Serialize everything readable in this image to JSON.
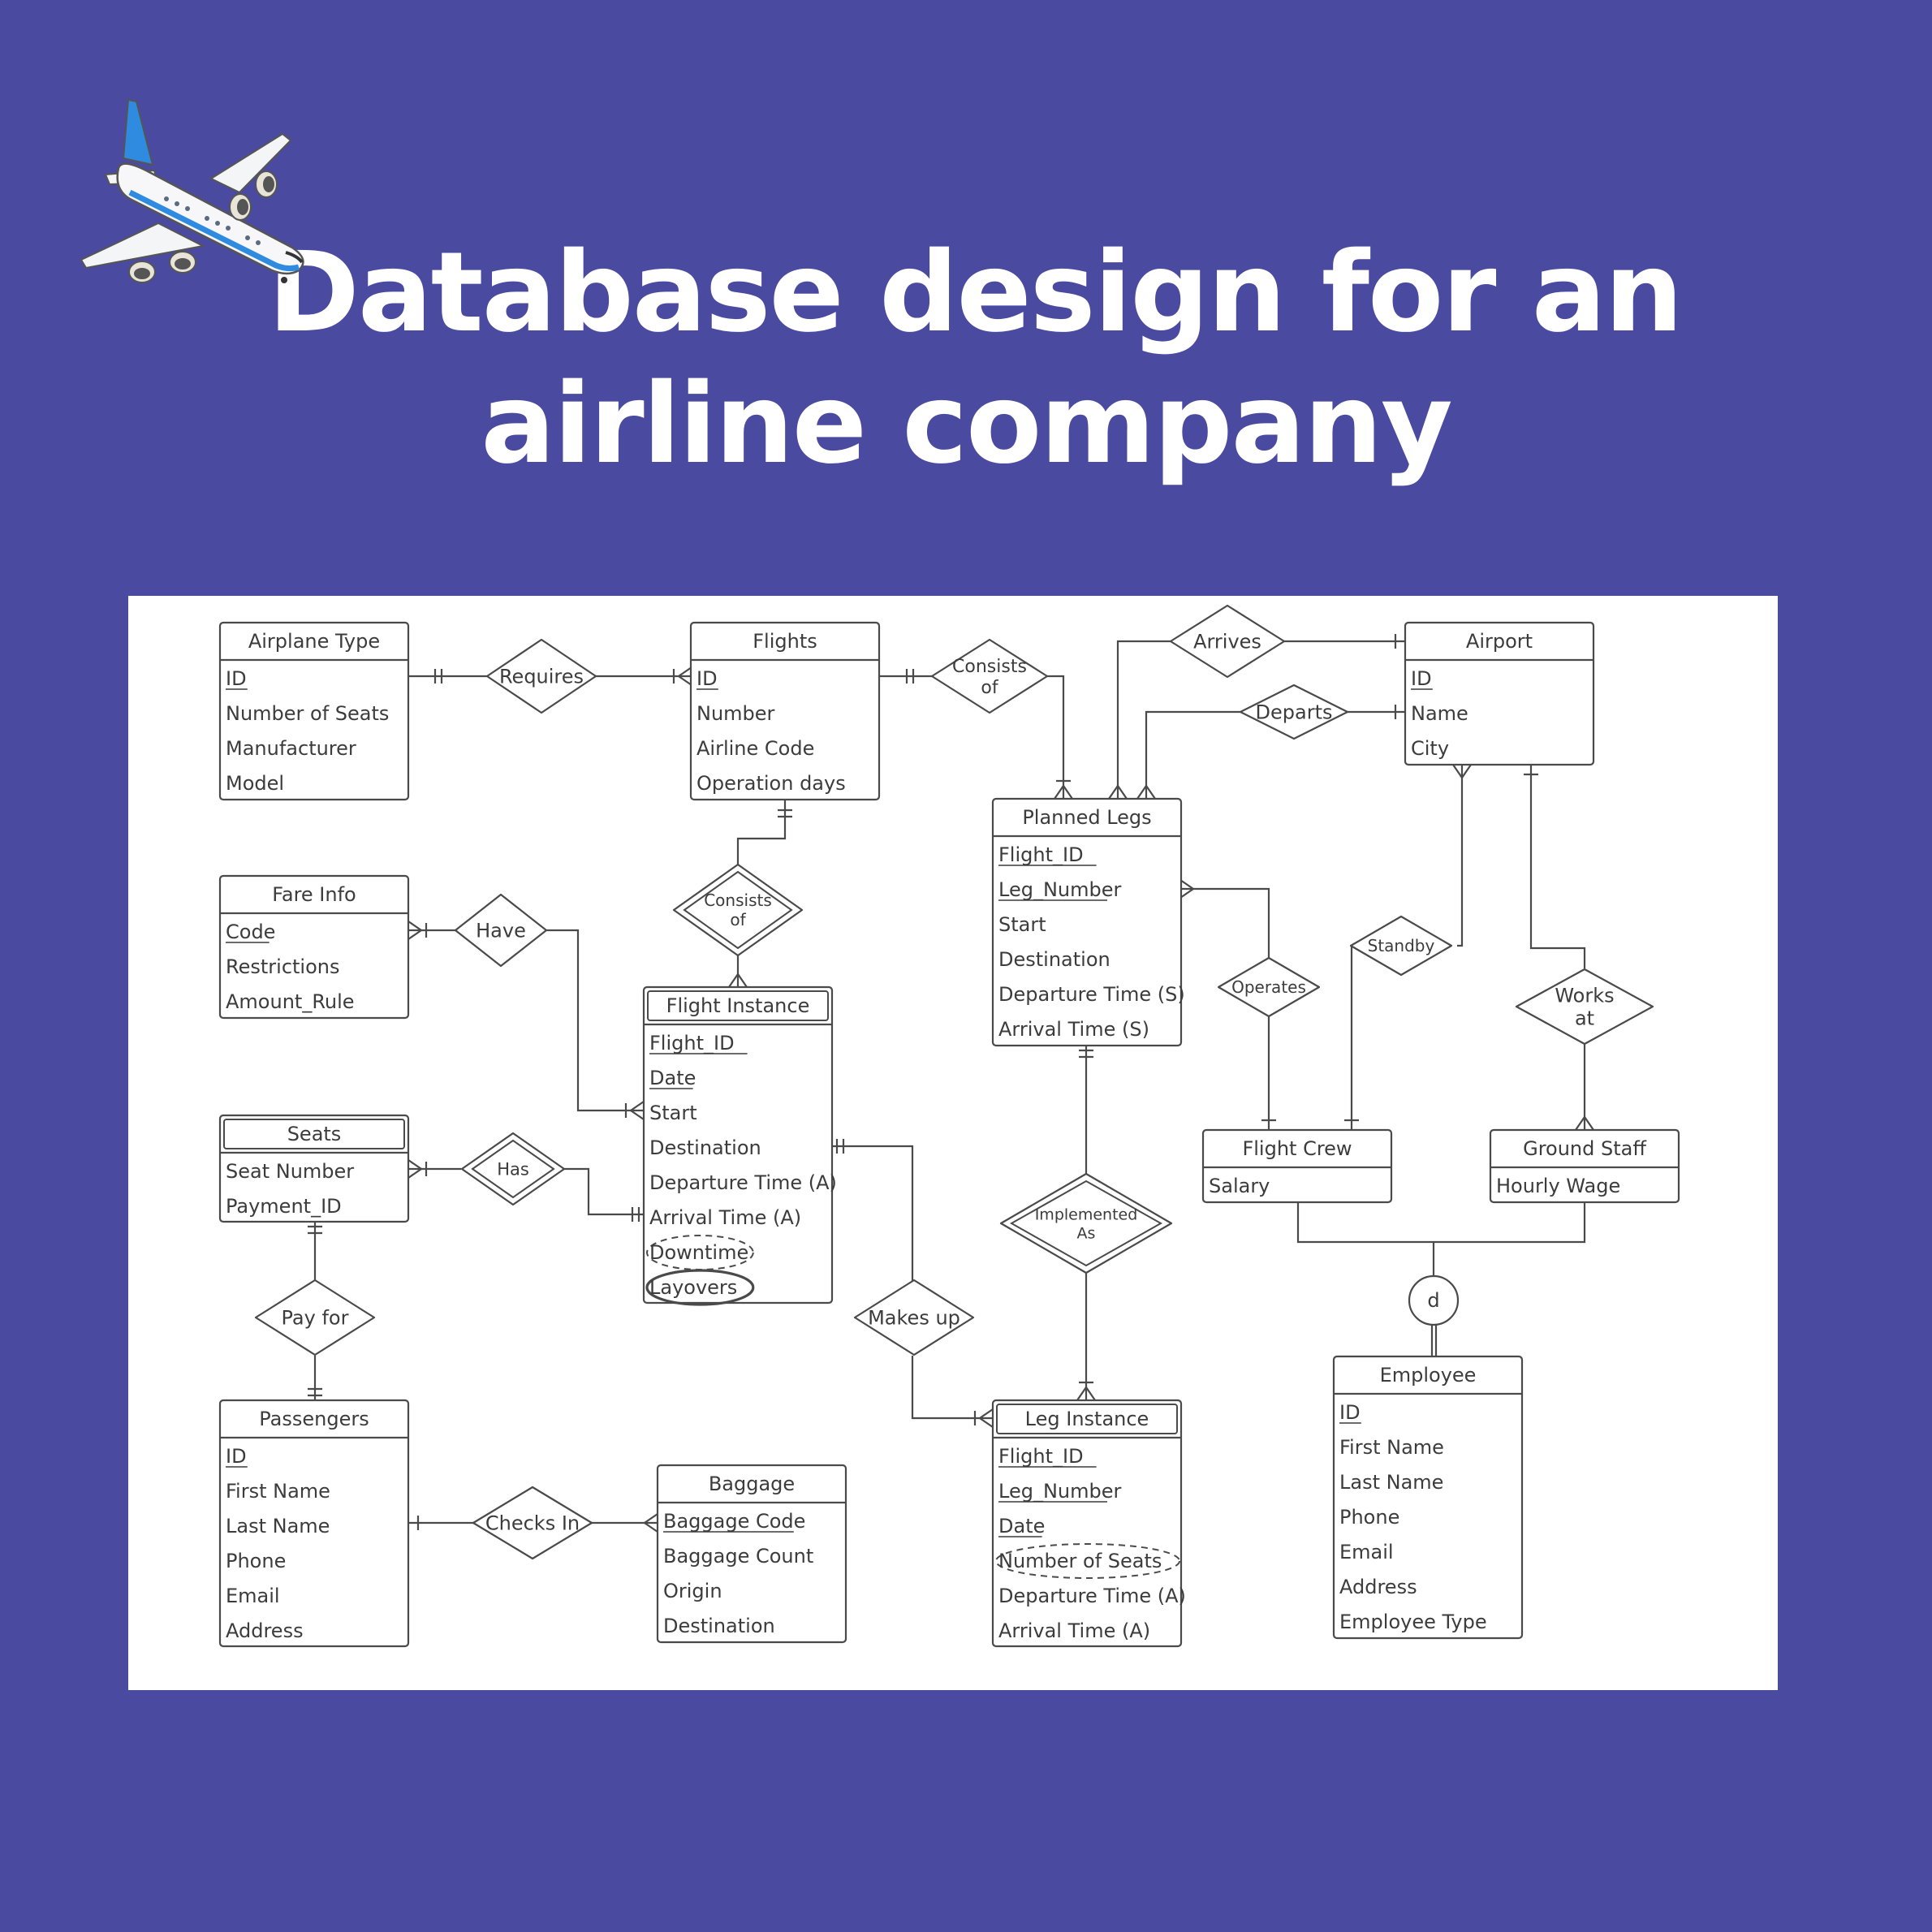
{
  "title": {
    "line1": "Database design for an",
    "line2": "airline company"
  },
  "colors": {
    "background": "#4a4aa1",
    "canvas": "#ffffff",
    "stroke": "#4a4a4a",
    "title": "#ffffff"
  },
  "icons": {
    "logo": "airplane-icon"
  },
  "diagram": {
    "entities": [
      {
        "id": "airplane-type",
        "name": "Airplane Type",
        "attributes": [
          {
            "text": "ID",
            "key": true
          },
          {
            "text": "Number of Seats"
          },
          {
            "text": "Manufacturer"
          },
          {
            "text": "Model"
          }
        ]
      },
      {
        "id": "flights",
        "name": "Flights",
        "attributes": [
          {
            "text": "ID",
            "key": true
          },
          {
            "text": "Number"
          },
          {
            "text": "Airline Code"
          },
          {
            "text": "Operation days"
          }
        ]
      },
      {
        "id": "airport",
        "name": "Airport",
        "attributes": [
          {
            "text": "ID",
            "key": true
          },
          {
            "text": "Name"
          },
          {
            "text": "City"
          }
        ]
      },
      {
        "id": "planned-legs",
        "name": "Planned Legs",
        "attributes": [
          {
            "text": "Flight_ID",
            "key": true
          },
          {
            "text": "Leg_Number",
            "key": true
          },
          {
            "text": "Start"
          },
          {
            "text": "Destination"
          },
          {
            "text": "Departure Time (S)"
          },
          {
            "text": "Arrival Time (S)"
          }
        ]
      },
      {
        "id": "fare-info",
        "name": "Fare Info",
        "attributes": [
          {
            "text": "Code",
            "key": true
          },
          {
            "text": "Restrictions"
          },
          {
            "text": "Amount_Rule"
          }
        ]
      },
      {
        "id": "flight-instance",
        "name": "Flight Instance",
        "weak": true,
        "attributes": [
          {
            "text": "Flight_ID",
            "key": true
          },
          {
            "text": "Date",
            "key": true
          },
          {
            "text": "Start"
          },
          {
            "text": "Destination"
          },
          {
            "text": "Departure Time (A)"
          },
          {
            "text": "Arrival Time (A)"
          },
          {
            "text": "Downtime",
            "derived": true
          },
          {
            "text": "Layovers",
            "multivalued": true
          }
        ]
      },
      {
        "id": "seats",
        "name": "Seats",
        "weak": true,
        "attributes": [
          {
            "text": "Seat Number"
          },
          {
            "text": "Payment_ID"
          }
        ]
      },
      {
        "id": "flight-crew",
        "name": "Flight Crew",
        "attributes": [
          {
            "text": "Salary"
          }
        ]
      },
      {
        "id": "ground-staff",
        "name": "Ground Staff",
        "attributes": [
          {
            "text": "Hourly Wage"
          }
        ]
      },
      {
        "id": "passengers",
        "name": "Passengers",
        "attributes": [
          {
            "text": "ID",
            "key": true
          },
          {
            "text": "First Name"
          },
          {
            "text": "Last Name"
          },
          {
            "text": "Phone"
          },
          {
            "text": "Email"
          },
          {
            "text": "Address"
          }
        ]
      },
      {
        "id": "baggage",
        "name": "Baggage",
        "attributes": [
          {
            "text": "Baggage Code",
            "key": true
          },
          {
            "text": "Baggage Count"
          },
          {
            "text": "Origin"
          },
          {
            "text": "Destination"
          }
        ]
      },
      {
        "id": "leg-instance",
        "name": "Leg Instance",
        "weak": true,
        "attributes": [
          {
            "text": "Flight_ID",
            "key": true
          },
          {
            "text": "Leg_Number",
            "key": true
          },
          {
            "text": "Date",
            "key": true
          },
          {
            "text": "Number of Seats",
            "derived": true
          },
          {
            "text": "Departure Time (A)"
          },
          {
            "text": "Arrival Time (A)"
          }
        ]
      },
      {
        "id": "employee",
        "name": "Employee",
        "attributes": [
          {
            "text": "ID",
            "key": true
          },
          {
            "text": "First Name"
          },
          {
            "text": "Last Name"
          },
          {
            "text": "Phone"
          },
          {
            "text": "Email"
          },
          {
            "text": "Address"
          },
          {
            "text": "Employee Type"
          }
        ]
      }
    ],
    "relationships": [
      {
        "id": "requires",
        "lines": [
          "Requires"
        ]
      },
      {
        "id": "consists-of-legs",
        "lines": [
          "Consists",
          "of"
        ]
      },
      {
        "id": "arrives",
        "lines": [
          "Arrives"
        ]
      },
      {
        "id": "departs",
        "lines": [
          "Departs"
        ]
      },
      {
        "id": "consists-of-instances",
        "lines": [
          "Consists",
          "of"
        ],
        "identifying": true
      },
      {
        "id": "have",
        "lines": [
          "Have"
        ]
      },
      {
        "id": "has",
        "lines": [
          "Has"
        ],
        "identifying": true
      },
      {
        "id": "operates",
        "lines": [
          "Operates"
        ]
      },
      {
        "id": "standby",
        "lines": [
          "Standby"
        ]
      },
      {
        "id": "works-at",
        "lines": [
          "Works",
          "at"
        ]
      },
      {
        "id": "implemented-as",
        "lines": [
          "Implemented",
          "As"
        ],
        "identifying": true
      },
      {
        "id": "pay-for",
        "lines": [
          "Pay for"
        ]
      },
      {
        "id": "makes-up",
        "lines": [
          "Makes up"
        ]
      },
      {
        "id": "checks-in",
        "lines": [
          "Checks In"
        ]
      }
    ],
    "specialization": {
      "label": "d",
      "type": "disjoint"
    }
  }
}
